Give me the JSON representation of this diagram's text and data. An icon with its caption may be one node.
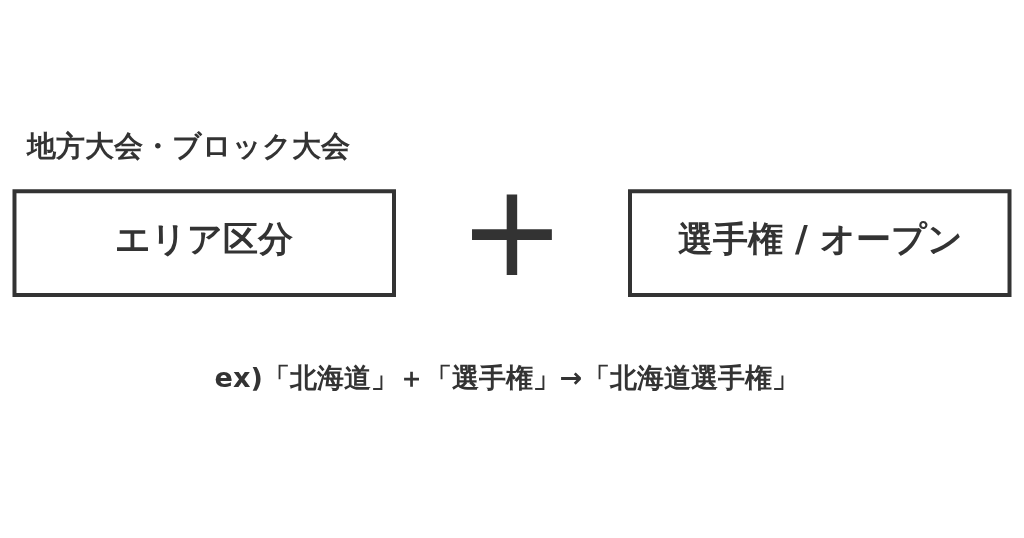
{
  "diagram": {
    "title": "地方大会・ブロック大会",
    "nodes": [
      {
        "text": [
          "エリア区分"
        ]
      },
      {
        "text": [
          "選手権 / オープン"
        ]
      }
    ],
    "labels": [
      "+",
      "ex)「北海道」＋「選手権」→「北海道選手権」"
    ]
  }
}
